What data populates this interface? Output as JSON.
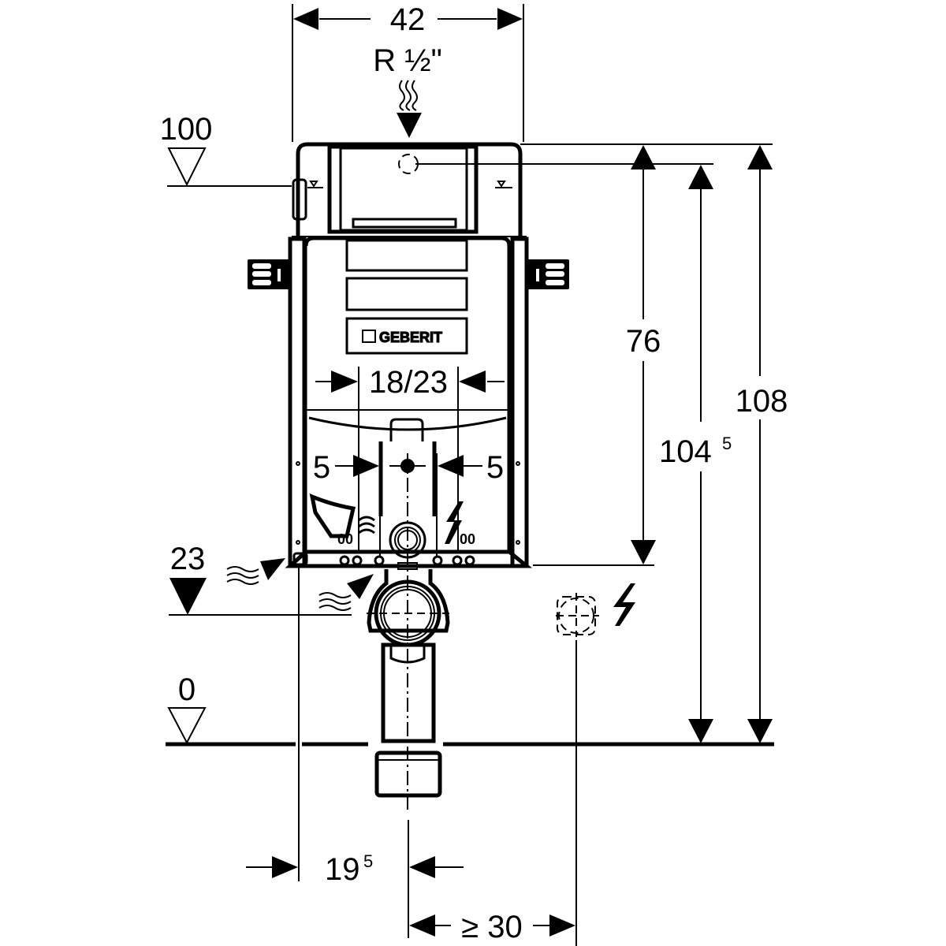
{
  "drawing": {
    "type": "technical installation drawing",
    "product_logo": "GEBERIT",
    "units": "cm",
    "colors": {
      "line": "#000000",
      "background": "#ffffff"
    }
  },
  "dimensions": {
    "width_top": "42",
    "water_supply": "R ½\"",
    "height_76": "76",
    "height_104": "104",
    "height_104_sup": "5",
    "height_108": "108",
    "flush_pipe_spacing": "18/23",
    "offset_left": "5",
    "offset_right": "5",
    "bottom_offset": "19",
    "bottom_offset_sup": "5",
    "min_distance": "≥ 30"
  },
  "levels": [
    {
      "label": "100",
      "marker": "open-triangle"
    },
    {
      "label": "23",
      "marker": "filled-triangle"
    },
    {
      "label": "0",
      "marker": "open-triangle"
    }
  ],
  "icons": {
    "water_inlet": "water-inlet-icon",
    "electric_power": "lightning-icon",
    "socket": "socket-icon"
  }
}
